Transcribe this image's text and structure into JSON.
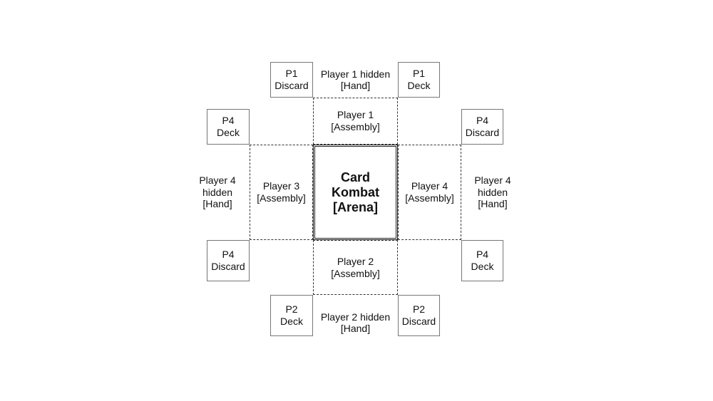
{
  "p1": {
    "discard": "P1\nDiscard",
    "deck": "P1\nDeck",
    "hand": "Player 1 hidden\n[Hand]",
    "assembly": "Player 1\n[Assembly]"
  },
  "p2": {
    "deck": "P2\nDeck",
    "discard": "P2\nDiscard",
    "hand": "Player 2 hidden\n[Hand]",
    "assembly": "Player 2\n[Assembly]"
  },
  "left": {
    "deck_top": "P4\nDeck",
    "discard_bottom": "P4\nDiscard",
    "hand": "Player 4\nhidden\n[Hand]",
    "assembly": "Player 3\n[Assembly]"
  },
  "right": {
    "discard_top": "P4\nDiscard",
    "deck_bottom": "P4\nDeck",
    "hand": "Player 4\nhidden\n[Hand]",
    "assembly": "Player 4\n[Assembly]"
  },
  "arena": {
    "label": "Card\nKombat\n[Arena]"
  }
}
